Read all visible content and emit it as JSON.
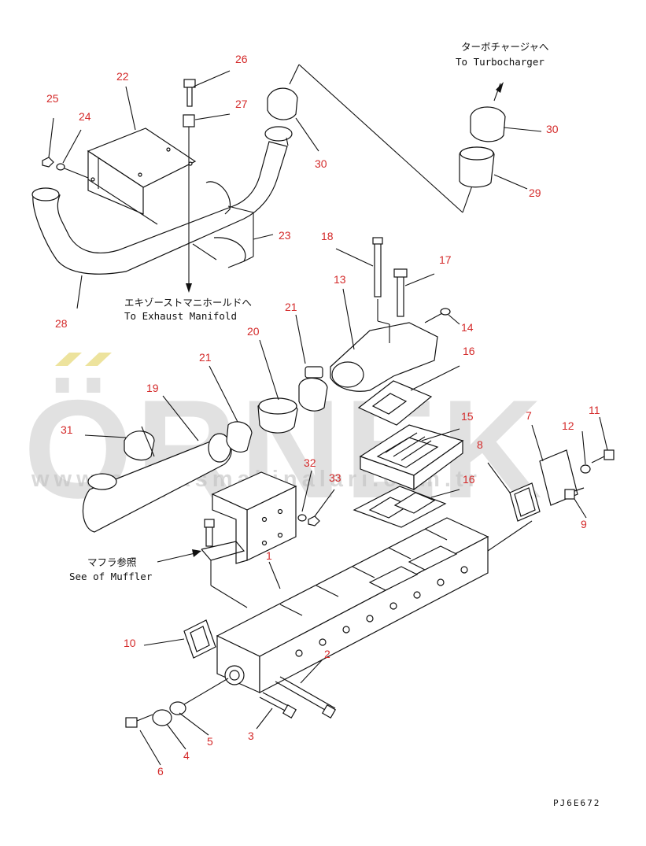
{
  "watermark": {
    "brand": "ÖRNEK",
    "url": "www.orneksmakinalari.com.tr"
  },
  "annotations": {
    "turbo_jp": "ターボチャージャへ",
    "turbo_en": "To Turbocharger",
    "exhaust_jp": "エキゾーストマニホールドへ",
    "exhaust_en": "To Exhaust Manifold",
    "muffler_jp": "マフラ参照",
    "muffler_en": "See of Muffler"
  },
  "part_numbers": {
    "p1": "1",
    "p2": "2",
    "p3": "3",
    "p4": "4",
    "p5": "5",
    "p6": "6",
    "p7": "7",
    "p8": "8",
    "p9": "9",
    "p10": "10",
    "p11": "11",
    "p12": "12",
    "p13": "13",
    "p14": "14",
    "p15": "15",
    "p16a": "16",
    "p16b": "16",
    "p17": "17",
    "p18": "18",
    "p19": "19",
    "p20": "20",
    "p21a": "21",
    "p21b": "21",
    "p22": "22",
    "p23": "23",
    "p24": "24",
    "p25": "25",
    "p26": "26",
    "p27": "27",
    "p28": "28",
    "p29": "29",
    "p30a": "30",
    "p30b": "30",
    "p31": "31",
    "p32": "32",
    "p33": "33"
  },
  "drawing_code": "PJ6E672"
}
